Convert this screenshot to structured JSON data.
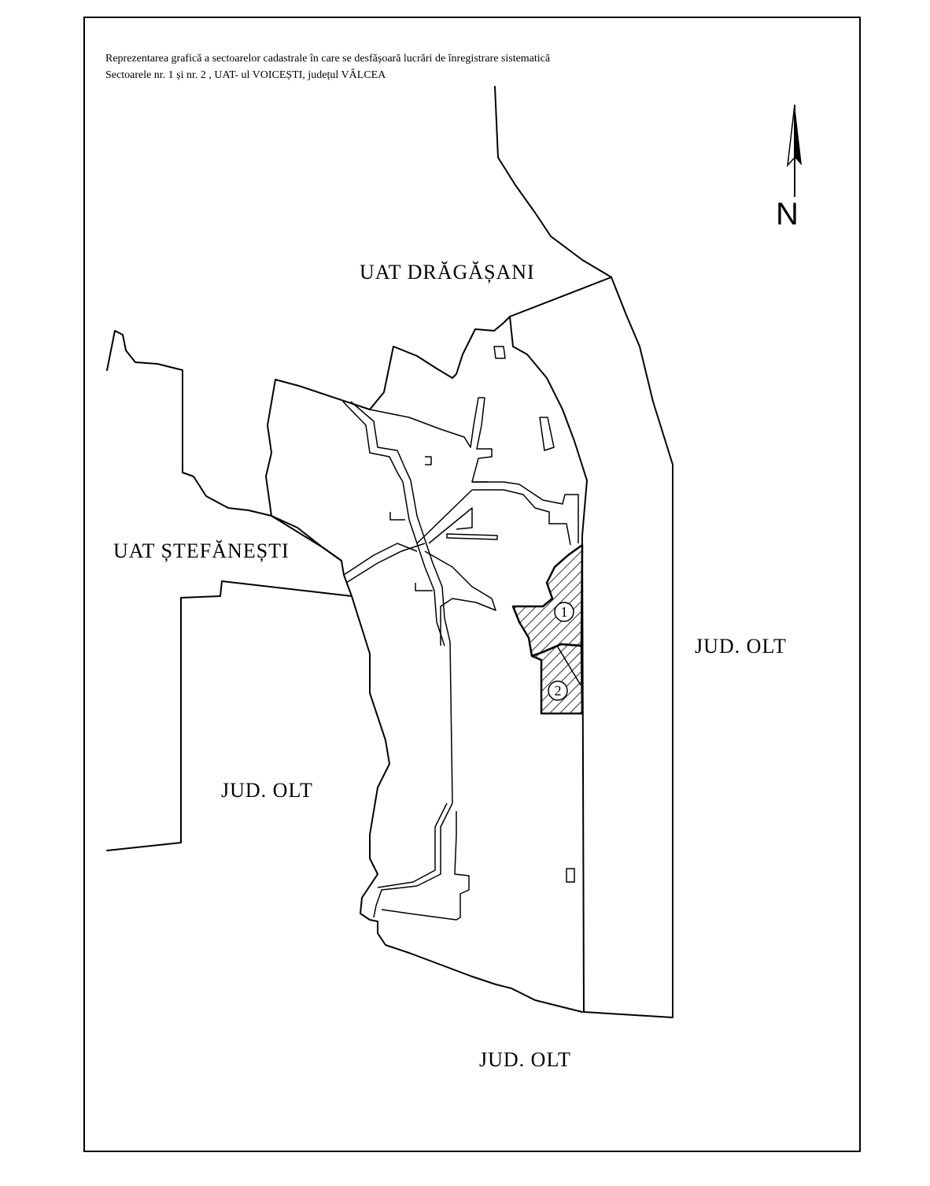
{
  "caption": {
    "line1": "Reprezentarea grafică a sectoarelor cadastrale în care  se desfășoară lucrări de înregistrare sistematică",
    "line2": "Sectoarele  nr. 1 și nr. 2 , UAT- ul VOICEȘTI, județul VÂLCEA"
  },
  "north_arrow": {
    "letter": "N"
  },
  "regions": {
    "north": "UAT DRĂGĂȘANI",
    "west": "UAT ȘTEFĂNEȘTI",
    "southwest": "JUD.  OLT",
    "east": "JUD.  OLT",
    "south": "JUD.  OLT"
  },
  "sectors": [
    {
      "number": "1",
      "pattern": "diagonal-hatch"
    },
    {
      "number": "2",
      "pattern": "diagonal-hatch"
    }
  ],
  "colors": {
    "ink": "#000000",
    "background": "#ffffff"
  }
}
